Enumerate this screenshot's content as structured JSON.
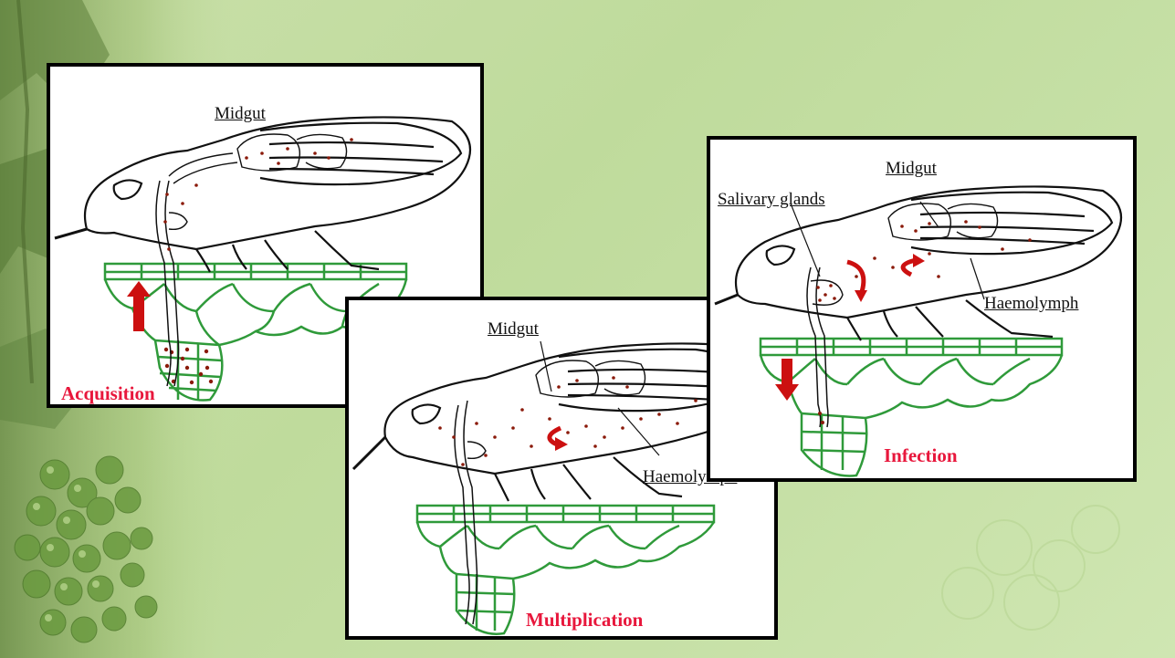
{
  "panels": {
    "acquisition": {
      "midgut": "Midgut",
      "stage": "Acquisition"
    },
    "multiplication": {
      "midgut": "Midgut",
      "haemolymph": "Haemolymph",
      "stage": "Multiplication"
    },
    "infection": {
      "midgut": "Midgut",
      "salivary": "Salivary glands",
      "haemolymph": "Haemolymph",
      "stage": "Infection"
    }
  },
  "colors": {
    "stage_text": "#e8173c",
    "arrow": "#cc1010",
    "plant_tissue": "#2f9a3a",
    "bacteria": "#8b1a0a",
    "background": "#c6dfa4"
  },
  "icons": [
    "insect-drawing",
    "plant-tissue",
    "up-arrow",
    "down-arrow",
    "curved-arrow"
  ]
}
